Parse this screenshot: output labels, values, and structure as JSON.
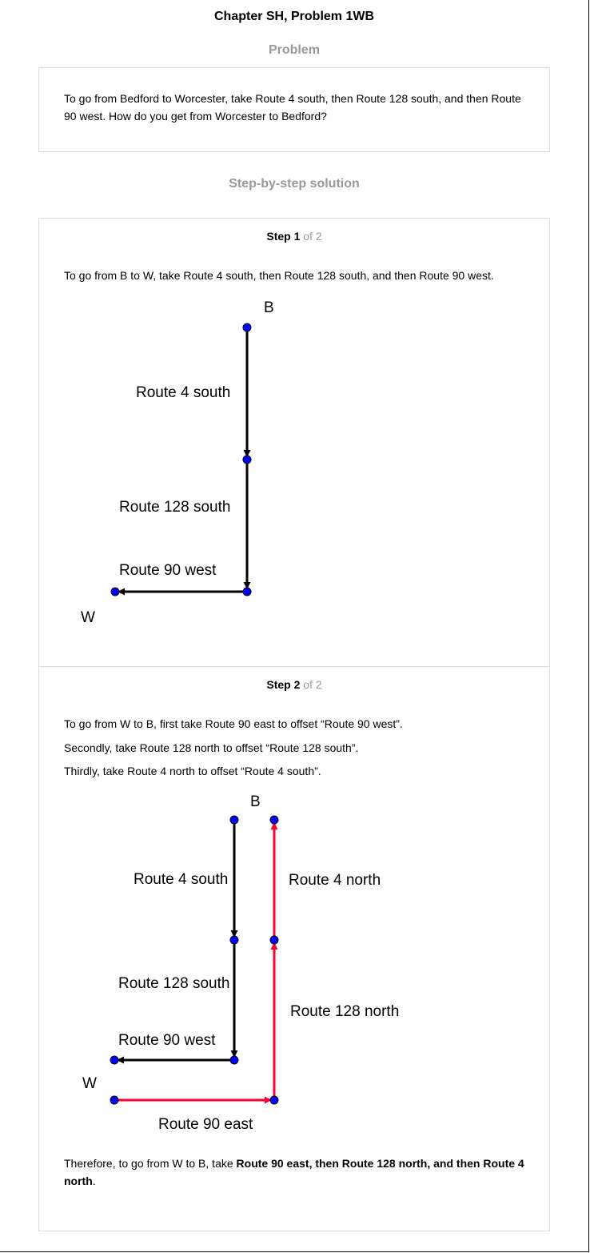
{
  "header": {
    "title": "Chapter SH, Problem 1WB"
  },
  "problem": {
    "heading": "Problem",
    "text": "To go from Bedford to Worcester, take Route 4 south, then Route 128 south, and then Route 90 west. How do you get from Worcester to Bedford?"
  },
  "solution": {
    "heading": "Step-by-step solution",
    "step1": {
      "label": "Step 1",
      "of": "of 2",
      "text": "To go from B to W, take Route 4 south, then Route 128 south, and then Route 90 west.",
      "diagram": {
        "point_b": "B",
        "point_w": "W",
        "route4": "Route 4 south",
        "route128": "Route 128 south",
        "route90": "Route 90 west"
      }
    },
    "step2": {
      "label": "Step 2",
      "of": "of 2",
      "line1": "To go from W to B, first take Route 90 east to offset “Route 90 west”.",
      "line2": "Secondly, take Route 128 north to offset “Route 128 south”.",
      "line3": "Thirdly, take Route 4 north to offset “Route 4 south”.",
      "diagram": {
        "point_b": "B",
        "point_w": "W",
        "route4_south": "Route 4 south",
        "route128_south": "Route 128 south",
        "route90_west": "Route 90 west",
        "route4_north": "Route 4 north",
        "route128_north": "Route 128 north",
        "route90_east": "Route 90 east"
      },
      "conclusion_prefix": "Therefore, to go from W to B, take ",
      "conclusion_bold": "Route 90 east, then Route 128 north, and then Route 4 north",
      "conclusion_suffix": "."
    }
  },
  "colors": {
    "forward_path": "#000000",
    "return_path": "#ff0033",
    "node_fill": "#0000ff"
  }
}
